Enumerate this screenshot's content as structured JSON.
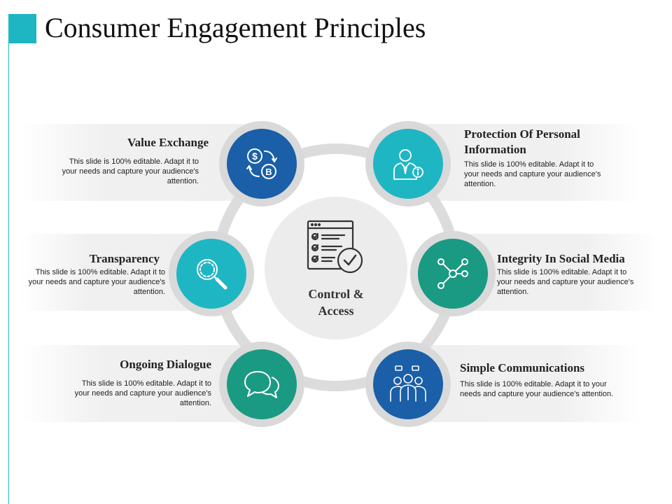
{
  "slide": {
    "title": "Consumer Engagement Principles",
    "accent_color": "#1fb6c4"
  },
  "center": {
    "label": "Control &\nAccess",
    "icon": "checklist-icon"
  },
  "items": [
    {
      "title": "Value Exchange",
      "text": "This slide is 100% editable. Adapt it to your needs and capture your audience's attention.",
      "icon": "currency-exchange-icon",
      "color": "#1a5fa8"
    },
    {
      "title": "Protection Of Personal Information",
      "text": "This slide is 100% editable. Adapt it to your needs and capture your audience's attention.",
      "icon": "user-info-icon",
      "color": "#1fb6c4"
    },
    {
      "title": "Transparency",
      "text": "This slide is 100% editable. Adapt it to your needs and capture your audience's attention.",
      "icon": "magnifier-icon",
      "color": "#1fb6c4"
    },
    {
      "title": "Integrity In Social Media",
      "text": "This slide is 100% editable. Adapt it to your needs and capture your audience's attention.",
      "icon": "network-icon",
      "color": "#1a9a82"
    },
    {
      "title": "Ongoing Dialogue",
      "text": "This slide is 100% editable. Adapt it to your needs and capture your audience's attention.",
      "icon": "chat-bubbles-icon",
      "color": "#1a9a82"
    },
    {
      "title": "Simple Communications",
      "text": "This slide is 100% editable. Adapt it to your needs and capture your audience's attention.",
      "icon": "team-icon",
      "color": "#1a5fa8"
    }
  ]
}
